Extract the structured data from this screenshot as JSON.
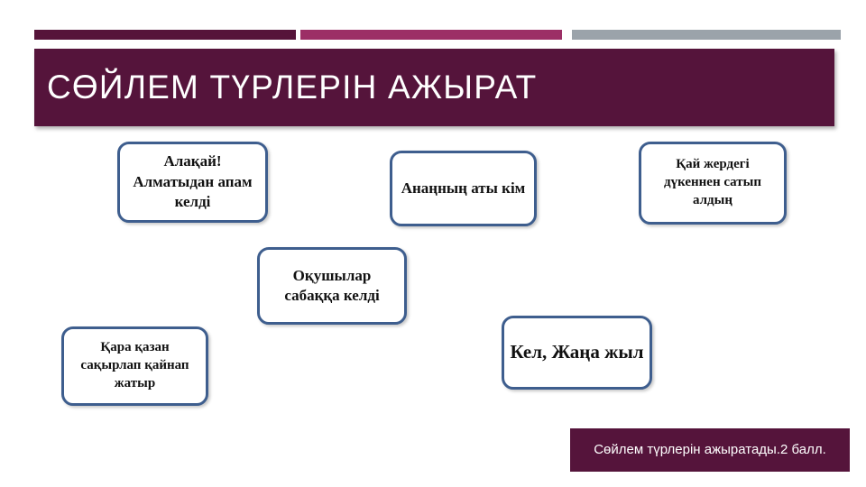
{
  "slide": {
    "title": "СӨЙЛЕМ ТҮРЛЕРІН АЖЫРАТ",
    "background_color": "#FFFFFF",
    "title_panel_color": "#55143B",
    "accent_bars": [
      {
        "name": "dark-maroon",
        "color": "#56143A"
      },
      {
        "name": "magenta",
        "color": "#9C2F66"
      },
      {
        "name": "gray",
        "color": "#9BA3AA"
      }
    ],
    "box_border_color": "#3E5E8E"
  },
  "boxes": [
    {
      "id": "alakai",
      "text": "Алақай! Алматыдан апам келді"
    },
    {
      "id": "anan",
      "text": "Анаңның аты кім"
    },
    {
      "id": "kai",
      "text": "Қай жердегі дүкеннен сатып алдың"
    },
    {
      "id": "okushy",
      "text": "Оқушылар сабаққа келді"
    },
    {
      "id": "kara",
      "text": "Қара қазан сақырлап қайнап жатыр"
    },
    {
      "id": "kel",
      "text": "Кел, Жаңа жыл"
    }
  ],
  "banner": {
    "text": "Сөйлем түрлерін ажыратады.2 балл.",
    "background_color": "#55143B",
    "text_color": "#FFFFFF"
  }
}
